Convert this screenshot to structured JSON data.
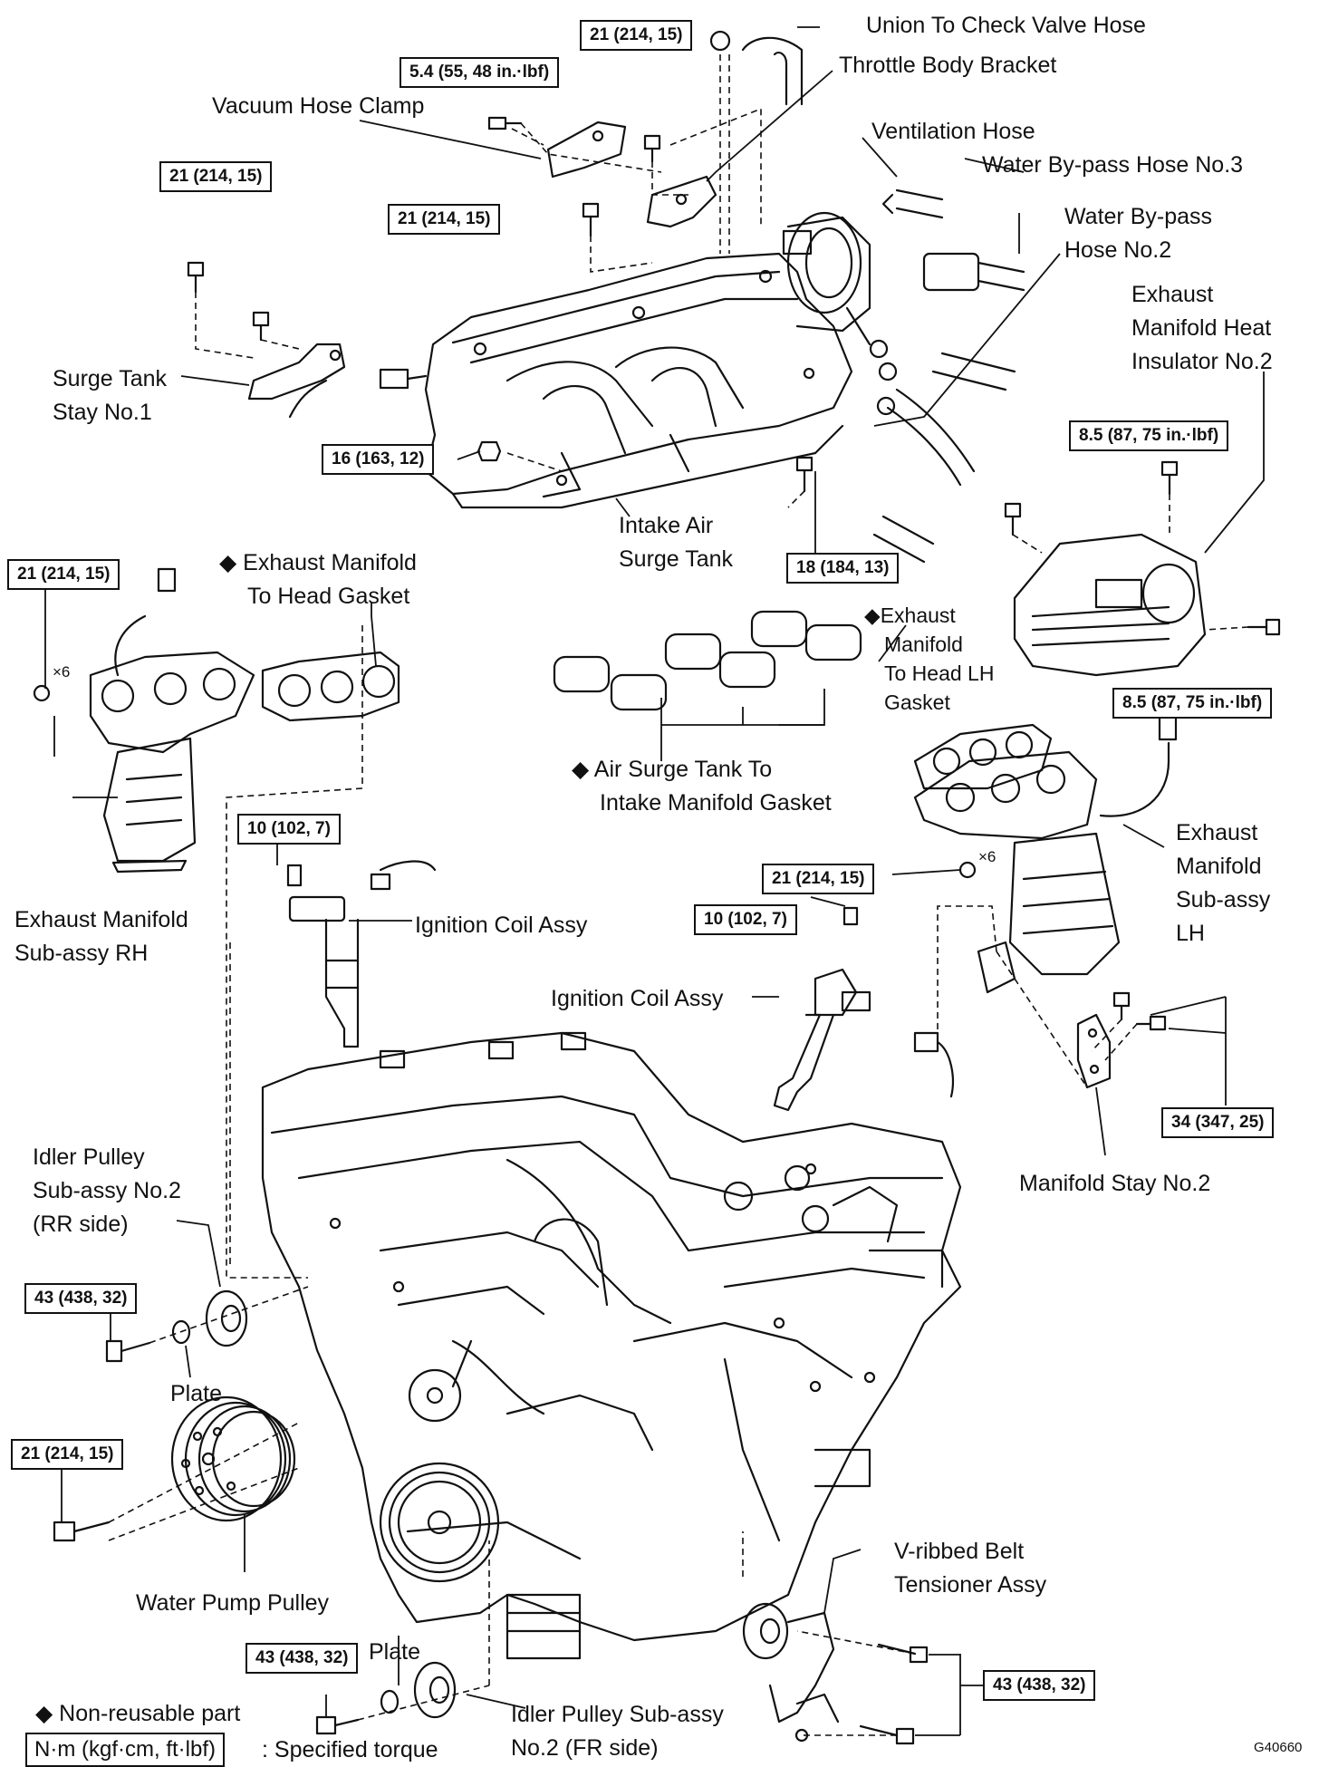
{
  "labels": {
    "union_hose": "Union To Check Valve Hose",
    "throttle_bracket": "Throttle Body Bracket",
    "vacuum_clamp": "Vacuum Hose Clamp",
    "ventilation_hose": "Ventilation Hose",
    "water_hose3": "Water By-pass Hose No.3",
    "water_hose2_l1": "Water By-pass",
    "water_hose2_l2": "Hose No.2",
    "heat_ins_l1": "Exhaust",
    "heat_ins_l2": "Manifold Heat",
    "heat_ins_l3": "Insulator No.2",
    "surge_stay_l1": "Surge Tank",
    "surge_stay_l2": "Stay No.1",
    "surge_tank_l1": "Intake Air",
    "surge_tank_l2": "Surge Tank",
    "ex_gasket_rh_l1": "◆ Exhaust Manifold",
    "ex_gasket_rh_l2": "To Head Gasket",
    "ex_gasket_lh_l1": "◆Exhaust",
    "ex_gasket_lh_l2": "Manifold",
    "ex_gasket_lh_l3": "To Head LH",
    "ex_gasket_lh_l4": "Gasket",
    "air_gasket_l1": "◆ Air Surge Tank To",
    "air_gasket_l2": "Intake Manifold Gasket",
    "ex_rh_l1": "Exhaust Manifold",
    "ex_rh_l2": "Sub-assy  RH",
    "ex_lh_l1": "Exhaust",
    "ex_lh_l2": "Manifold",
    "ex_lh_l3": "Sub-assy",
    "ex_lh_l4": "LH",
    "coil1": "Ignition Coil Assy",
    "coil2": "Ignition Coil Assy",
    "idler_rr_l1": "Idler Pulley",
    "idler_rr_l2": "Sub-assy No.2",
    "idler_rr_l3": "(RR side)",
    "plate1": "Plate",
    "plate2": "Plate",
    "manifold_stay": "Manifold Stay No.2",
    "water_pulley": "Water Pump Pulley",
    "tensioner_l1": "V-ribbed Belt",
    "tensioner_l2": "Tensioner Assy",
    "idler_fr_l1": "Idler Pulley Sub-assy",
    "idler_fr_l2": "No.2 (FR side)",
    "multiplier_rh": "×6",
    "multiplier_lh": "×6",
    "drawing_code": "G40660"
  },
  "torques": {
    "t_union": "21 (214, 15)",
    "t_vacuum": "5.4 (55, 48 in.·lbf)",
    "t_surge_stay": "21 (214, 15)",
    "t_bracket": "21 (214, 15)",
    "t_nut16": "16 (163, 12)",
    "t_bolt18": "18 (184, 13)",
    "t_ins_top": "8.5 (87, 75 in.·lbf)",
    "t_ins_side": "8.5 (87, 75 in.·lbf)",
    "t_ex_rh": "21 (214, 15)",
    "t_ex_lh": "21 (214, 15)",
    "t_coil1": "10 (102, 7)",
    "t_coil2": "10 (102, 7)",
    "t_stay": "34 (347, 25)",
    "t_idler_rr": "43 (438, 32)",
    "t_pulley": "21 (214, 15)",
    "t_idler_fr": "43 (438, 32)",
    "t_tensioner": "43 (438, 32)"
  },
  "legend": {
    "nonreusable": "◆ Non-reusable part",
    "unit": "N·m (kgf·cm, ft·lbf)",
    "unit_suffix": ": Specified torque"
  }
}
